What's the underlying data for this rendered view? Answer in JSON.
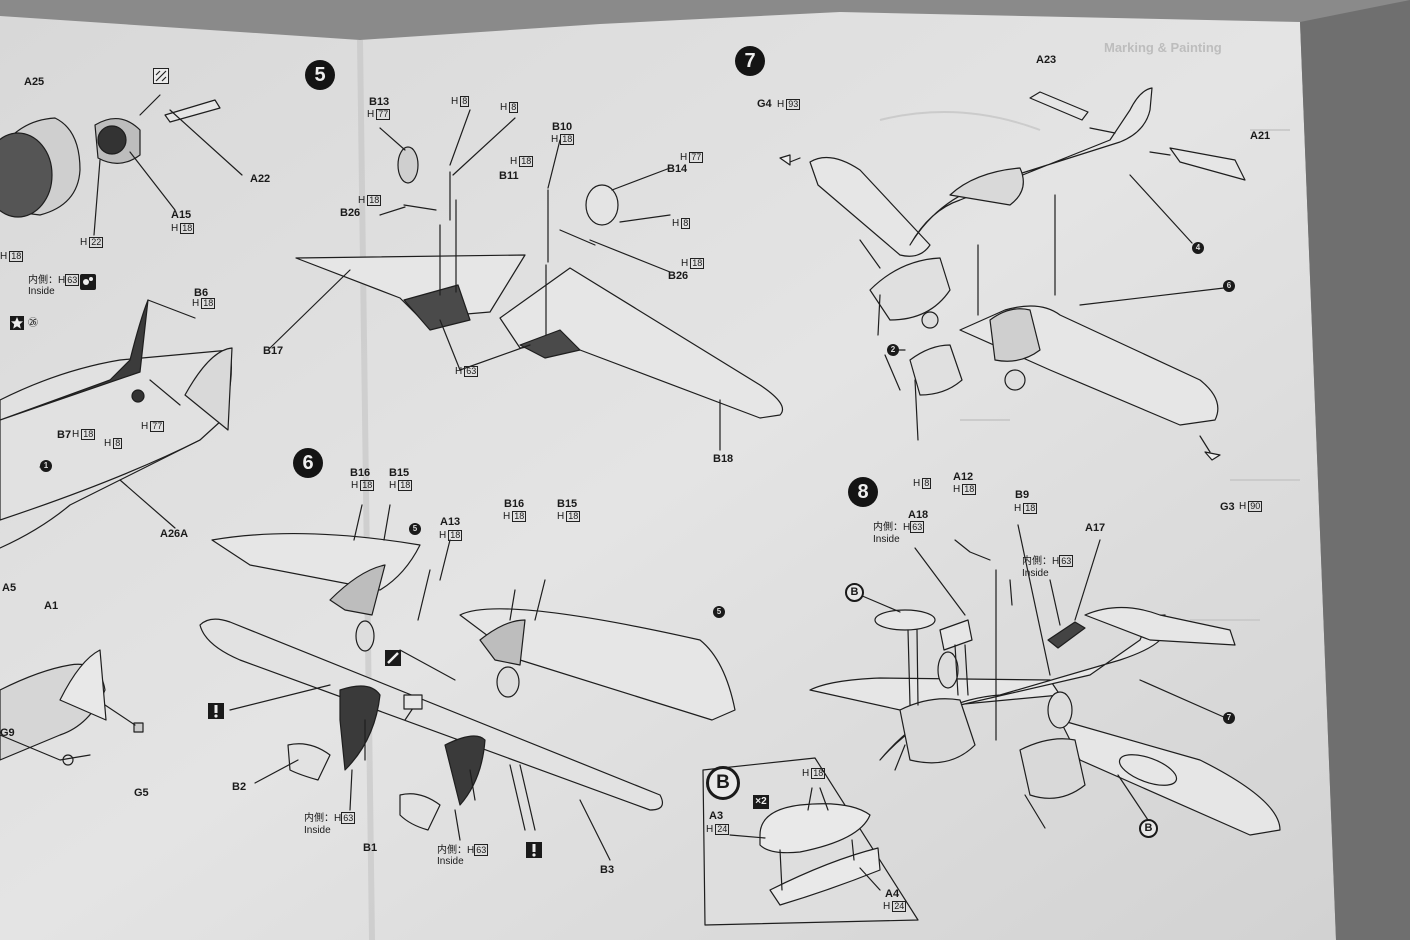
{
  "steps": {
    "s5": "5",
    "s6": "6",
    "s7": "7",
    "s8": "8"
  },
  "faint_header": "Marking & Painting",
  "insert": {
    "label": "B",
    "multiplier": "×2"
  },
  "parts": {
    "a25": "A25",
    "a22": "A22",
    "a15": "A15",
    "b6": "B6",
    "b7": "B7",
    "a26a": "A26A",
    "a5": "A5",
    "a1": "A1",
    "g9": "G9",
    "g5": "G5",
    "b13": "B13",
    "b11": "B11",
    "b26_left": "B26",
    "b17": "B17",
    "b10": "B10",
    "b14": "B14",
    "b26_right": "B26",
    "b18": "B18",
    "g4": "G4",
    "a23": "A23",
    "a21": "A21",
    "g3": "G3",
    "b16_l": "B16",
    "b15_l": "B15",
    "a13": "A13",
    "b16_r": "B16",
    "b15_r": "B15",
    "b2": "B2",
    "b1": "B1",
    "b3": "B3",
    "a18": "A18",
    "a12": "A12",
    "b9": "B9",
    "a17": "A17",
    "a3": "A3",
    "a4": "A4"
  },
  "paints": {
    "h18": "18",
    "h22": "22",
    "h8": "8",
    "h77": "77",
    "h63": "63",
    "h93": "93",
    "h90": "90",
    "h24": "24"
  },
  "texts": {
    "h_prefix": "H",
    "inside_jp": "内側：",
    "inside_en": "Inside",
    "small_26": "㉖"
  },
  "callouts": {
    "c1": "1",
    "c2": "2",
    "c4": "4",
    "c5": "5",
    "c6": "6",
    "c7": "7"
  }
}
